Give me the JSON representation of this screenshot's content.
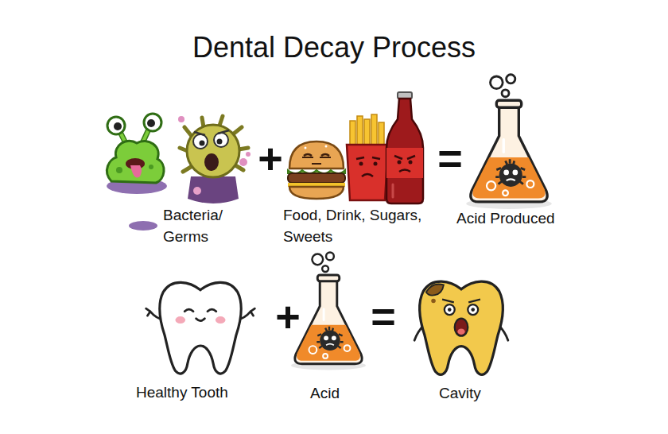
{
  "diagram": {
    "title": "Dental Decay Process",
    "labels": [
      "Bacteria/ Germs",
      "+",
      "Food, Drink, Sugars, Sweets",
      "=",
      "Acid Produced",
      "Healthy Tooth",
      "+",
      "Acid",
      "=",
      "Cavity"
    ]
  }
}
